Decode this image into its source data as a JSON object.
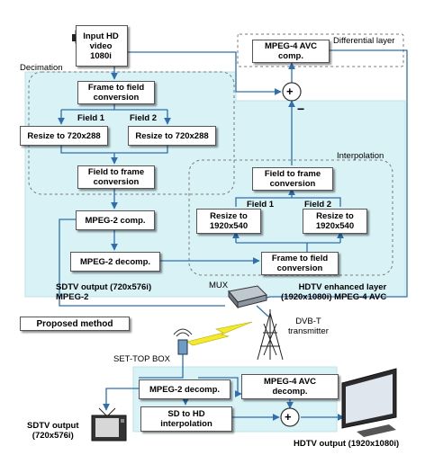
{
  "colors": {
    "cyan_region": "#d8f2f6",
    "arrow": "#2e6fae",
    "dashed_border": "#7a7a7a"
  },
  "input": {
    "label": "Input HD video\n1080i"
  },
  "diff_layer_label": "Differential layer",
  "decimation_label": "Decimation",
  "interpolation_label": "Interpolation",
  "boxes": {
    "frame_to_field_top": "Frame to field\nconversion",
    "field1_label": "Field 1",
    "field2_label": "Field 2",
    "resize_720_a": "Resize to 720x288",
    "resize_720_b": "Resize to 720x288",
    "field_to_frame_left": "Field to frame\nconversion",
    "mpeg2_comp": "MPEG-2 comp.",
    "mpeg2_decomp": "MPEG-2 decomp.",
    "mpeg4_comp": "MPEG-4 AVC\ncomp.",
    "field_to_frame_right": "Field to frame\nconversion",
    "field1_label_r": "Field 1",
    "field2_label_r": "Field 2",
    "resize_1920_a": "Resize to\n1920x540",
    "resize_1920_b": "Resize to\n1920x540",
    "frame_to_field_right": "Frame to field\nconversion",
    "stb_mpeg2_decomp": "MPEG-2 decomp.",
    "stb_mpeg4_decomp": "MPEG-4 AVC\ndecomp.",
    "stb_sd_to_hd": "SD to HD\ninterpolation"
  },
  "adder_symbol": "+",
  "minus_symbol": "−",
  "sdtv_output_label": "SDTV output (720x576i)\nMPEG-2",
  "mux_label": "MUX",
  "hdtv_enh_label": "HDTV enhanced layer\n(1920x1080i) MPEG-4 AVC",
  "proposed_method": "Proposed method",
  "dvbt_label": "DVB-T\ntransmitter",
  "stb_label": "SET-TOP BOX",
  "sdtv_out_bottom": "SDTV output\n(720x576i)",
  "hdtv_out_bottom": "HDTV output (1920x1080i)"
}
